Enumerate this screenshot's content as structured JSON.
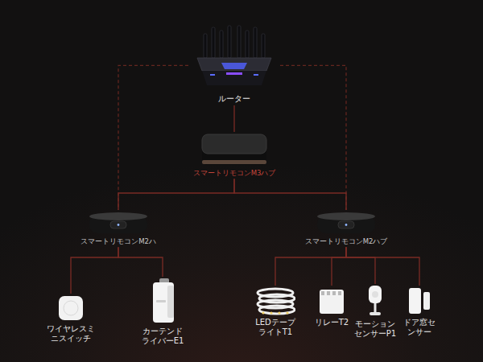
{
  "diagram": {
    "nodes": [
      {
        "text": [
          "ルーター"
        ]
      },
      {
        "text": [
          "スマートリモコンM3ハブ"
        ]
      },
      {
        "text": [
          "スマートリモコンM2ハ"
        ]
      },
      {
        "text": [
          "スマートリモコンM2ハブ"
        ]
      },
      {
        "text": [
          "ワイヤレスミ ニスイッチ"
        ]
      },
      {
        "text": [
          "カーテンド ライバーE1"
        ]
      },
      {
        "text": [
          "LEDテープ ライトT1"
        ]
      },
      {
        "text": [
          "リレーT2"
        ]
      },
      {
        "text": [
          "モーション センサーP1"
        ]
      },
      {
        "text": [
          "ドア窓セ ンサー"
        ]
      }
    ],
    "edges": [
      {
        "from": 0,
        "to": 1,
        "arrow": "none"
      },
      {
        "from": 0,
        "to": 2,
        "arrow": "none"
      },
      {
        "from": 0,
        "to": 3,
        "arrow": "none"
      },
      {
        "from": 1,
        "to": 2,
        "arrow": "none"
      },
      {
        "from": 1,
        "to": 3,
        "arrow": "none"
      },
      {
        "from": 2,
        "to": 4,
        "arrow": "none"
      },
      {
        "from": 2,
        "to": 5,
        "arrow": "none"
      },
      {
        "from": 3,
        "to": 6,
        "arrow": "none"
      },
      {
        "from": 3,
        "to": 7,
        "arrow": "none"
      },
      {
        "from": 3,
        "to": 8,
        "arrow": "none"
      },
      {
        "from": 3,
        "to": 9,
        "arrow": "none"
      }
    ]
  }
}
